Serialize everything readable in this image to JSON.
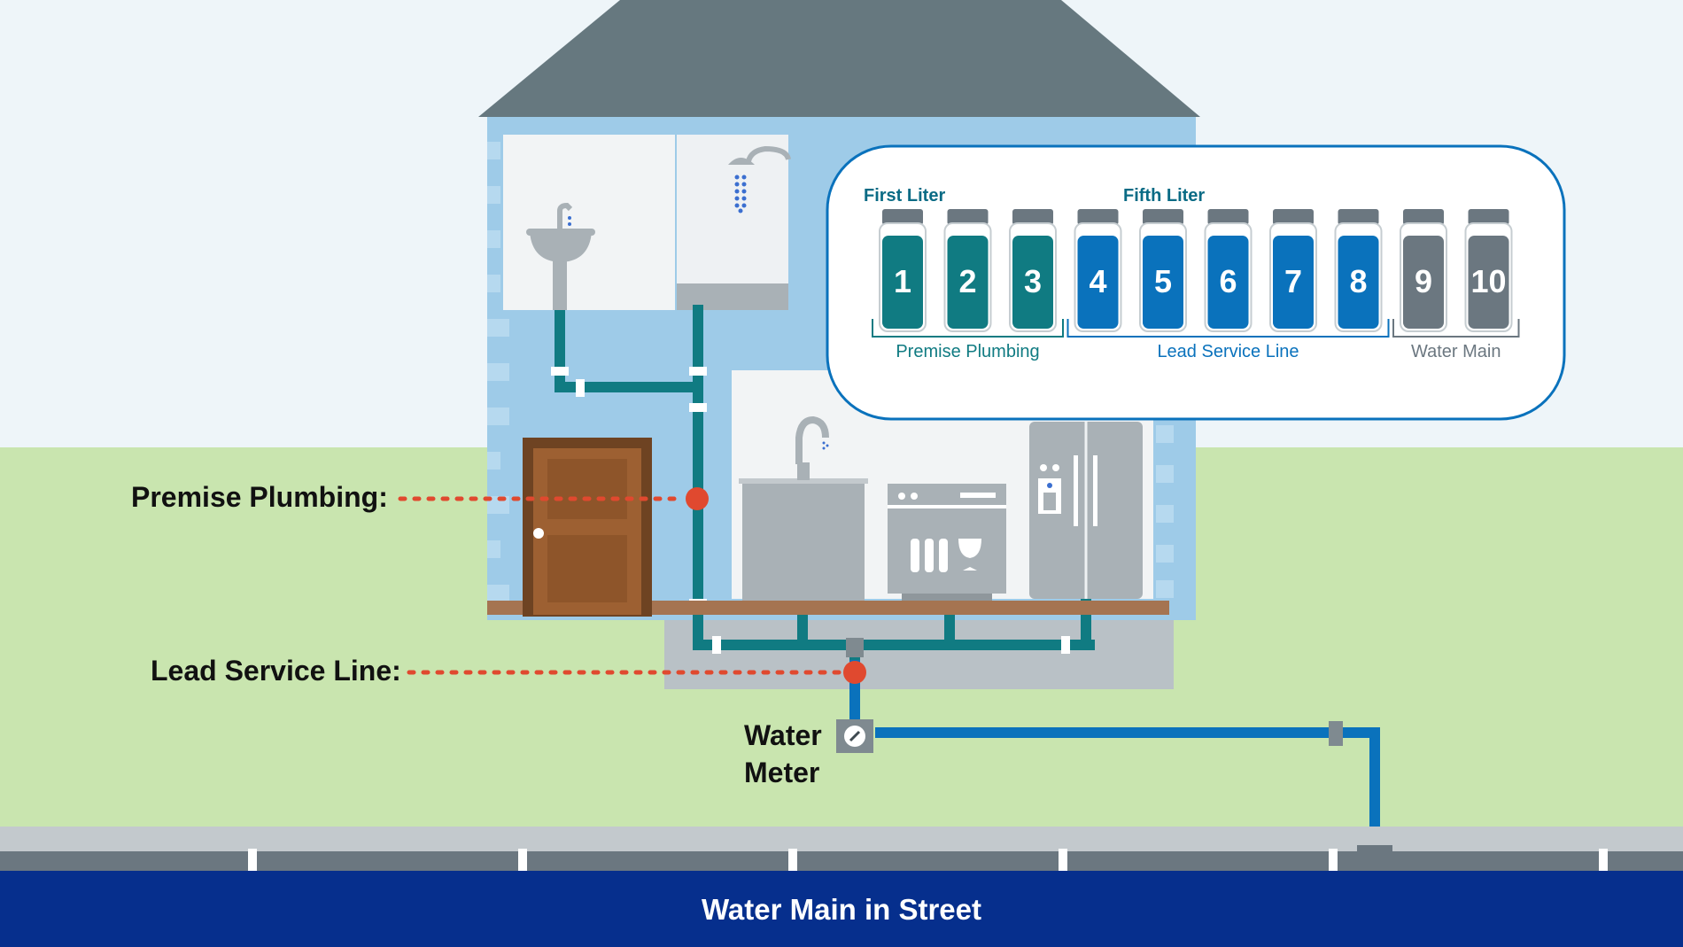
{
  "labels": {
    "premise_plumbing": "Premise Plumbing:",
    "lead_service_line": "Lead Service Line:",
    "water_meter_line1": "Water",
    "water_meter_line2": "Meter",
    "street": "Water Main in Street"
  },
  "sampling": {
    "first_liter": "First Liter",
    "fifth_liter": "Fifth Liter",
    "bottles": [
      {
        "number": "1",
        "group": "premise"
      },
      {
        "number": "2",
        "group": "premise"
      },
      {
        "number": "3",
        "group": "premise"
      },
      {
        "number": "4",
        "group": "lead"
      },
      {
        "number": "5",
        "group": "lead"
      },
      {
        "number": "6",
        "group": "lead"
      },
      {
        "number": "7",
        "group": "lead"
      },
      {
        "number": "8",
        "group": "lead"
      },
      {
        "number": "9",
        "group": "main"
      },
      {
        "number": "10",
        "group": "main"
      }
    ],
    "groups": [
      {
        "key": "premise",
        "label": "Premise Plumbing"
      },
      {
        "key": "lead",
        "label": "Lead Service Line"
      },
      {
        "key": "main",
        "label": "Water Main"
      }
    ]
  },
  "colors": {
    "premise": "#107b82",
    "lead": "#0a72bc",
    "main": "#6b7780",
    "pipe_lead": "#0a72bc",
    "pipe_premise": "#107b82",
    "marker": "#e0492f",
    "street": "#062f8d"
  }
}
